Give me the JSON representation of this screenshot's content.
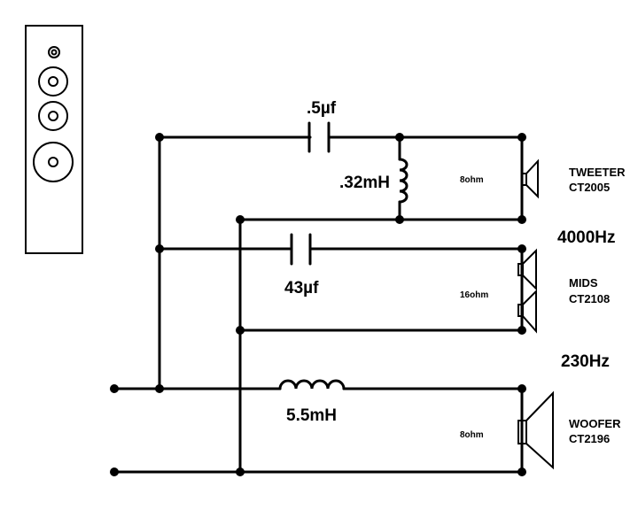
{
  "components": {
    "tweeter_cap": ".5µf",
    "tweeter_coil": ".32mH",
    "mids_cap": "43µf",
    "woofer_coil": "5.5mH"
  },
  "crossover_points": {
    "high": "4000Hz",
    "low": "230Hz"
  },
  "drivers": {
    "tweeter": {
      "name": "TWEETER",
      "model": "CT2005",
      "impedance": "8ohm"
    },
    "mids": {
      "name": "MIDS",
      "model": "CT2108",
      "impedance": "16ohm"
    },
    "woofer": {
      "name": "WOOFER",
      "model": "CT2196",
      "impedance": "8ohm"
    }
  }
}
